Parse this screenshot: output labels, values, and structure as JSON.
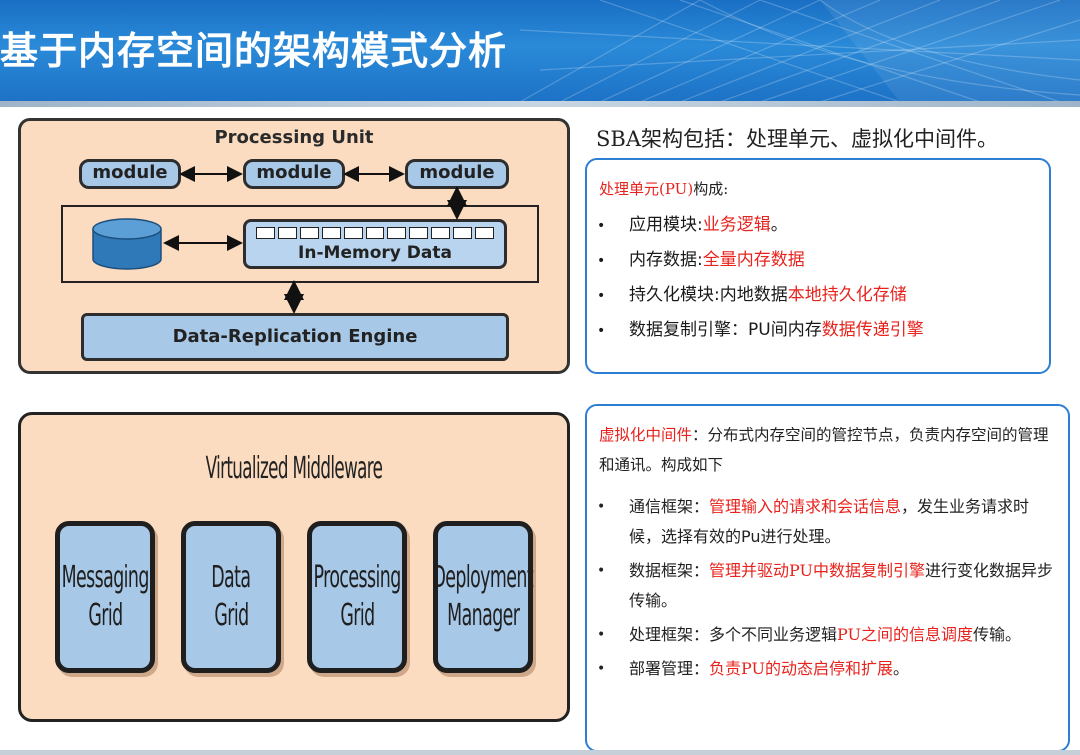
{
  "header": {
    "title": "基于内存空间的架构模式分析"
  },
  "figure1": {
    "title": "Processing Unit",
    "modules": [
      "module",
      "module",
      "module"
    ],
    "in_memory_label": "In-Memory Data",
    "replication_label": "Data-Replication Engine"
  },
  "figure2": {
    "title": "Virtualized Middleware",
    "boxes": [
      {
        "line1": "Messaging",
        "line2": "Grid"
      },
      {
        "line1": "Data",
        "line2": "Grid"
      },
      {
        "line1": "Processing",
        "line2": "Grid"
      },
      {
        "line1": "Deployment",
        "line2": "Manager"
      }
    ]
  },
  "summary": "SBA架构包括：处理单元、虚拟化中间件。",
  "panel1": {
    "intro_red": "处理单元(PU)",
    "intro_rest": "构成:",
    "bullet": "•",
    "items": [
      {
        "label": "应用模块:",
        "highlight": "业务逻辑",
        "suffix": "。"
      },
      {
        "label": "内存数据:",
        "highlight": "全量内存数据",
        "suffix": ""
      },
      {
        "label": "持久化模块:内地数据",
        "highlight": "本地持久化存储",
        "suffix": ""
      },
      {
        "label": "数据复制引擎：PU间内存",
        "highlight": "数据传递引擎",
        "suffix": ""
      }
    ]
  },
  "panel2": {
    "intro_red": "虚拟化中间件",
    "intro_rest": "：分布式内存空间的管控节点，负责内存空间的管理和通讯。构成如下",
    "bullet": "•",
    "items": [
      {
        "label": "通信框架：",
        "highlight": "管理输入的请求和会话信息",
        "suffix": "，发生业务请求时候，选择有效的Pu进行处理。"
      },
      {
        "label": "数据框架：",
        "highlight": "管理并驱动PU中数据复制引擎",
        "suffix": "进行变化数据异步传输。"
      },
      {
        "label": "处理框架：多个不同业务逻辑",
        "highlight": "PU之间的信息调度",
        "suffix": "传输。"
      },
      {
        "label": "部署管理：",
        "highlight": "负责PU的动态启停和扩展",
        "suffix": "。"
      }
    ]
  },
  "colors": {
    "header_blue": "#1f77c9",
    "figure_fill": "#fbdcc0",
    "box_fill": "#a8c8e8",
    "panel_border": "#2c7fd3",
    "highlight_red": "#e8231d"
  }
}
